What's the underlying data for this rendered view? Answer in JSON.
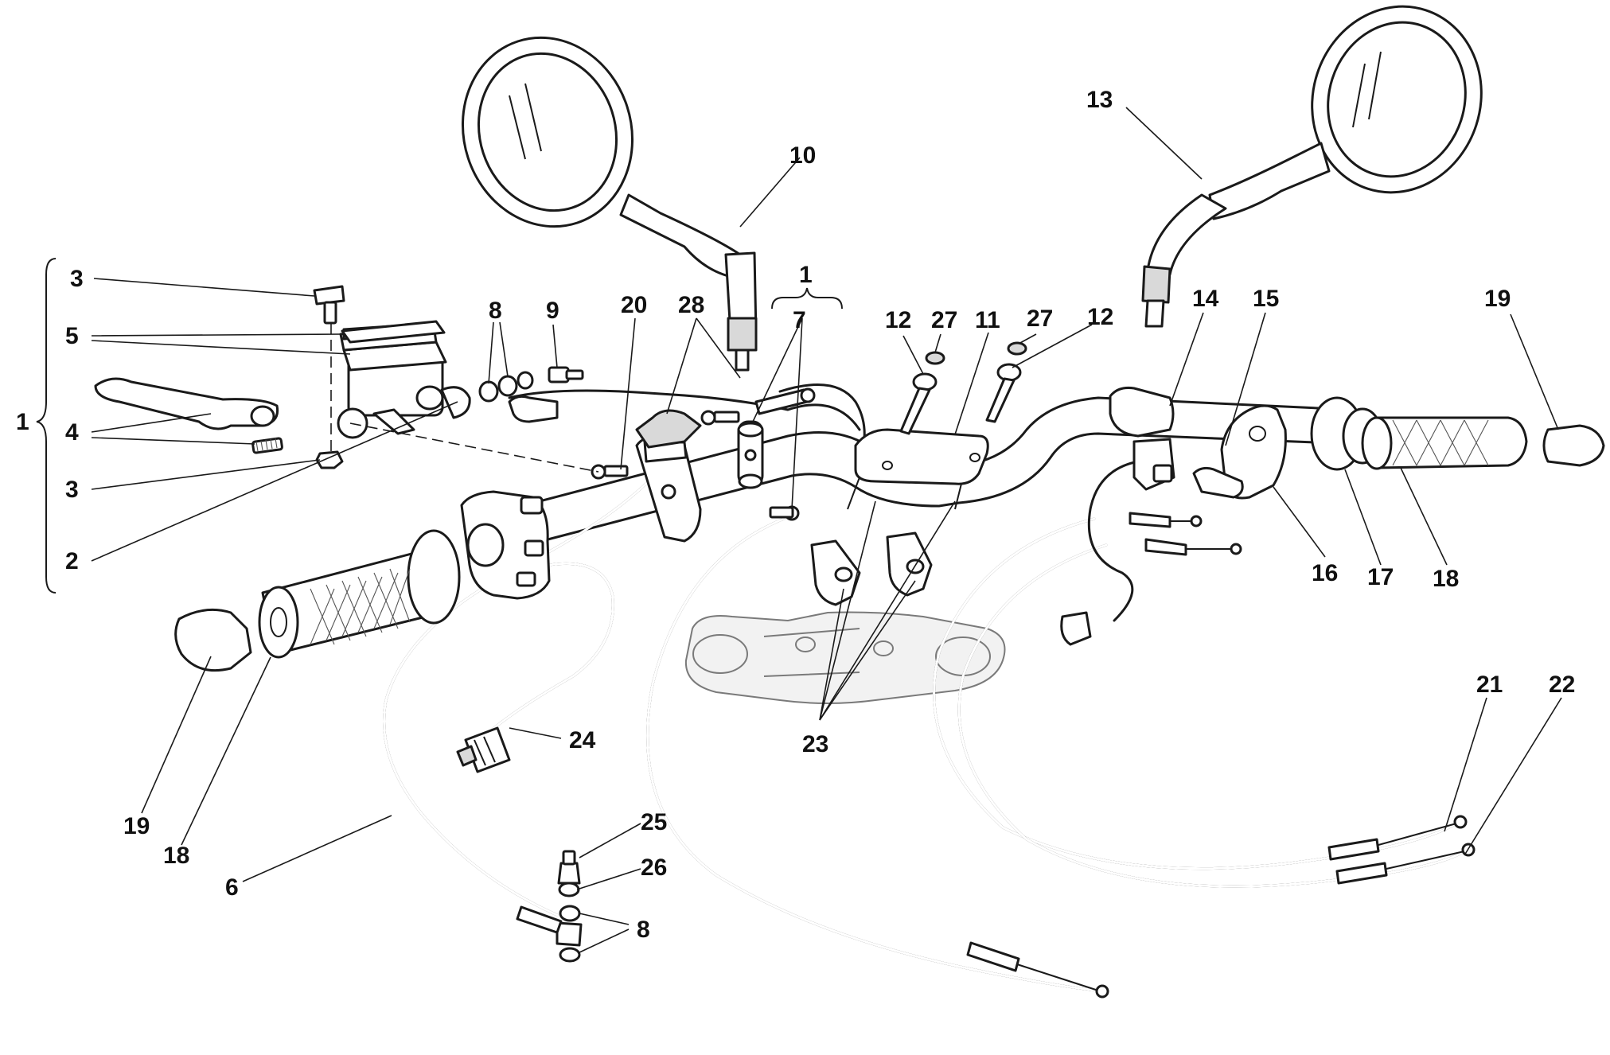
{
  "callouts": [
    {
      "id": "c-1-left",
      "text": "1"
    },
    {
      "id": "c-1-top",
      "text": "1"
    },
    {
      "id": "c-2",
      "text": "2"
    },
    {
      "id": "c-3-top",
      "text": "3"
    },
    {
      "id": "c-3-bottom",
      "text": "3"
    },
    {
      "id": "c-4",
      "text": "4"
    },
    {
      "id": "c-5",
      "text": "5"
    },
    {
      "id": "c-6",
      "text": "6"
    },
    {
      "id": "c-7",
      "text": "7"
    },
    {
      "id": "c-8-top",
      "text": "8"
    },
    {
      "id": "c-8-bottom",
      "text": "8"
    },
    {
      "id": "c-9",
      "text": "9"
    },
    {
      "id": "c-10",
      "text": "10"
    },
    {
      "id": "c-11",
      "text": "11"
    },
    {
      "id": "c-12-left",
      "text": "12"
    },
    {
      "id": "c-12-right",
      "text": "12"
    },
    {
      "id": "c-13",
      "text": "13"
    },
    {
      "id": "c-14",
      "text": "14"
    },
    {
      "id": "c-15",
      "text": "15"
    },
    {
      "id": "c-16",
      "text": "16"
    },
    {
      "id": "c-17",
      "text": "17"
    },
    {
      "id": "c-18-right",
      "text": "18"
    },
    {
      "id": "c-18-left",
      "text": "18"
    },
    {
      "id": "c-19-right",
      "text": "19"
    },
    {
      "id": "c-19-left",
      "text": "19"
    },
    {
      "id": "c-20",
      "text": "20"
    },
    {
      "id": "c-21",
      "text": "21"
    },
    {
      "id": "c-22",
      "text": "22"
    },
    {
      "id": "c-23",
      "text": "23"
    },
    {
      "id": "c-24",
      "text": "24"
    },
    {
      "id": "c-25",
      "text": "25"
    },
    {
      "id": "c-26",
      "text": "26"
    },
    {
      "id": "c-27-left",
      "text": "27"
    },
    {
      "id": "c-27-right",
      "text": "27"
    },
    {
      "id": "c-28",
      "text": "28"
    }
  ]
}
